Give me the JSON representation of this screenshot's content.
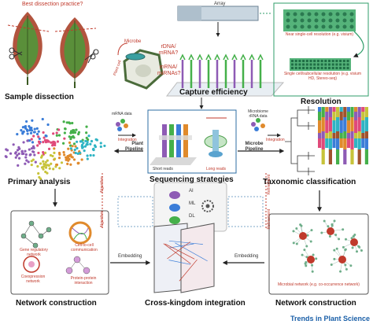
{
  "panels": {
    "dissection": {
      "title": "Sample dissection",
      "question": "Best dissection practice?"
    },
    "capture": {
      "title": "Capture efficiency",
      "array": "Array",
      "microbe": "Microbe",
      "plant_cell": "Plant cell",
      "rdna": "rDNA/ mRNA?",
      "mrna": "mRNA/ miRNAs?"
    },
    "resolution": {
      "title": "Resolution",
      "near": "Near single-cell resolution (e.g. visium)",
      "single": "Single cell/subcellular resolution (e.g. visium HD, Stereo-seq)"
    },
    "primary": {
      "title": "Primary analysis"
    },
    "plant_pipeline": {
      "label": "Plant Pipeline",
      "mrna_data": "mRNA data",
      "integration": "Integration"
    },
    "sequencing": {
      "title": "Sequencing strategies",
      "short": "Short reads",
      "long": "Long reads"
    },
    "microbe_pipeline": {
      "label": "Microbe Pipeline",
      "microbiome": "Microbiome rRNA data",
      "integration": "Integration"
    },
    "taxonomic": {
      "title": "Taxonomic classification"
    },
    "ai": {
      "items": [
        "AI",
        "ML",
        "DL"
      ],
      "left_top": "Algorithm",
      "left_bottom": "Algorithm",
      "right_top": "Refinement",
      "right_bottom": "Refinement"
    },
    "network_left": {
      "title": "Network construction",
      "grn": "Gene regulatory network",
      "ccc": "Cell-to-cell communication",
      "coexp": "Coexpression network",
      "ppi": "Protein-protein interaction",
      "embedding": "Embedding"
    },
    "cross": {
      "title": "Cross-kingdom integration"
    },
    "network_right": {
      "title": "Network construction",
      "microbial": "Microbial network (e.g. co-occurrence network)",
      "embedding": "Embedding"
    },
    "brand": "Trends in Plant Science"
  },
  "colors": {
    "leaf_green": "#5a8f3a",
    "leaf_red": "#b2543e",
    "probe_purple": "#8e5bb5",
    "probe_green": "#45b04a",
    "accent_red": "#c0392b",
    "resolution_green": "#2f9e6a",
    "brand_blue": "#1a5fa8"
  }
}
